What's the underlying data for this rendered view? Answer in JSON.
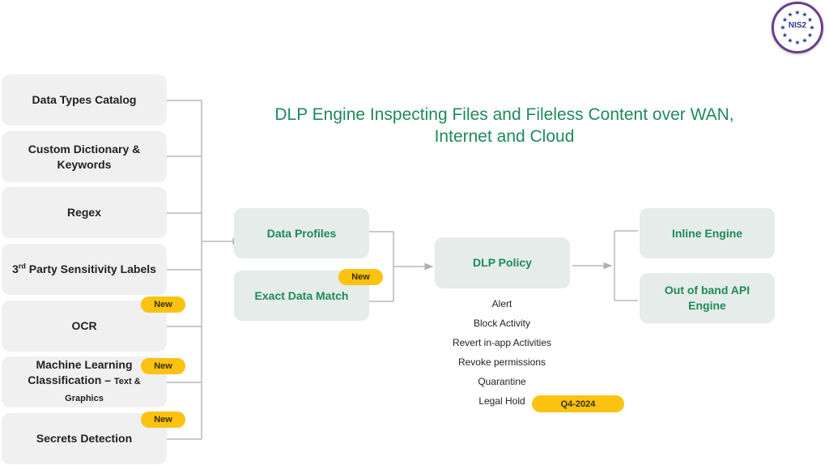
{
  "title": {
    "line1": "DLP Engine Inspecting Files and Fileless Content over WAN,",
    "line2": "Internet and Cloud"
  },
  "logo": {
    "label": "NIS2",
    "icon": "eu-stars-badge",
    "colors": {
      "ring": "#6a3e8e",
      "stars": "#2b3990"
    }
  },
  "sources": [
    {
      "label": "Data Types Catalog"
    },
    {
      "label": "Custom Dictionary &",
      "label2": "Keywords"
    },
    {
      "label": "Regex"
    },
    {
      "label_prefix": "3",
      "label_sup": "rd",
      "label_rest": " Party Sensitivity Labels"
    },
    {
      "label": "OCR",
      "badge": "New"
    },
    {
      "label": "Machine Learning",
      "label2": "Classification – ",
      "label2_small": "Text & Graphics",
      "badge": "New"
    },
    {
      "label": "Secrets Detection",
      "badge": "New"
    }
  ],
  "profiles": [
    {
      "label": "Data Profiles"
    },
    {
      "label": "Exact Data Match",
      "badge": "New"
    }
  ],
  "policy": {
    "label": "DLP Policy",
    "actions": [
      "Alert",
      "Block Activity",
      "Revert in-app Activities",
      "Revoke permissions",
      "Quarantine",
      "Legal Hold"
    ],
    "legal_hold_badge": "Q4-2024"
  },
  "engines": [
    {
      "label": "Inline Engine"
    },
    {
      "label": "Out of band API",
      "label2": "Engine"
    }
  ],
  "colors": {
    "accent_green": "#1e8a5a",
    "badge_yellow": "#fbc211",
    "source_box": "#f0f0f0",
    "green_box": "#e5ece9",
    "connector": "#b8b8b8"
  }
}
